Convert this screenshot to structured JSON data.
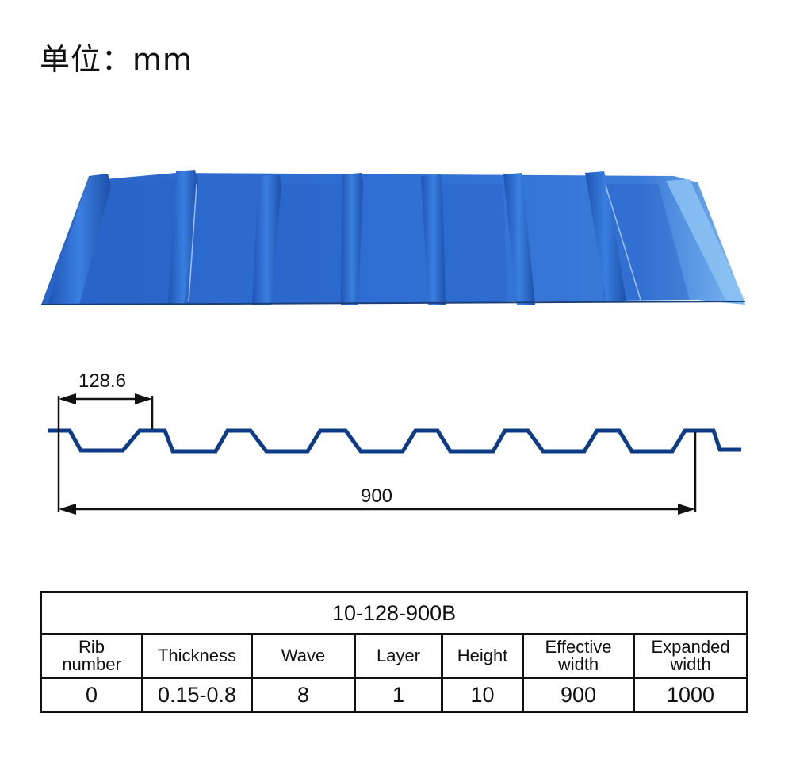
{
  "header": {
    "unit_label": "单位：mm"
  },
  "product_photo": {
    "description": "blue trapezoidal corrugated roofing sheet",
    "color": "#2f6fd0",
    "rib_count": 8
  },
  "profile_drawing": {
    "pitch_label": "128.6",
    "effective_width_label": "900",
    "line_color": "#0d3b86",
    "dimension_color": "#111111"
  },
  "spec_table": {
    "model": "10-128-900B",
    "headers": [
      "Rib number",
      "Thickness",
      "Wave",
      "Layer",
      "Height",
      "Effective width",
      "Expanded width"
    ],
    "headers_lines": [
      [
        "Rib",
        "number"
      ],
      [
        "Thickness"
      ],
      [
        "Wave"
      ],
      [
        "Layer"
      ],
      [
        "Height"
      ],
      [
        "Effective",
        "width"
      ],
      [
        "Expanded",
        "width"
      ]
    ],
    "values": [
      "0",
      "0.15-0.8",
      "8",
      "1",
      "10",
      "900",
      "1000"
    ]
  }
}
